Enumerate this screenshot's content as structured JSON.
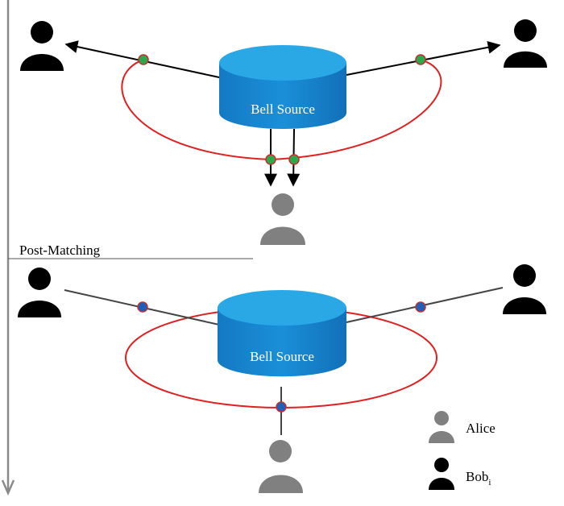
{
  "top_panel": {
    "source_label": "Bell Source"
  },
  "bottom_panel": {
    "section_label": "Post-Matching",
    "source_label": "Bell Source"
  },
  "legend": {
    "alice_label": "Alice",
    "bob_label": "Bob",
    "bob_subscript": "i"
  },
  "colors": {
    "source_fill": "#1a8fd8",
    "source_top": "#2aa8e6",
    "loop": "#e02020",
    "node_top": "#2ea84a",
    "node_bottom": "#1f5fb8",
    "bob_icon": "#000000",
    "alice_icon": "#808080",
    "line": "#333333",
    "axis": "#8a8a8a"
  },
  "icons": {
    "bob": "person-icon",
    "alice": "person-icon"
  }
}
